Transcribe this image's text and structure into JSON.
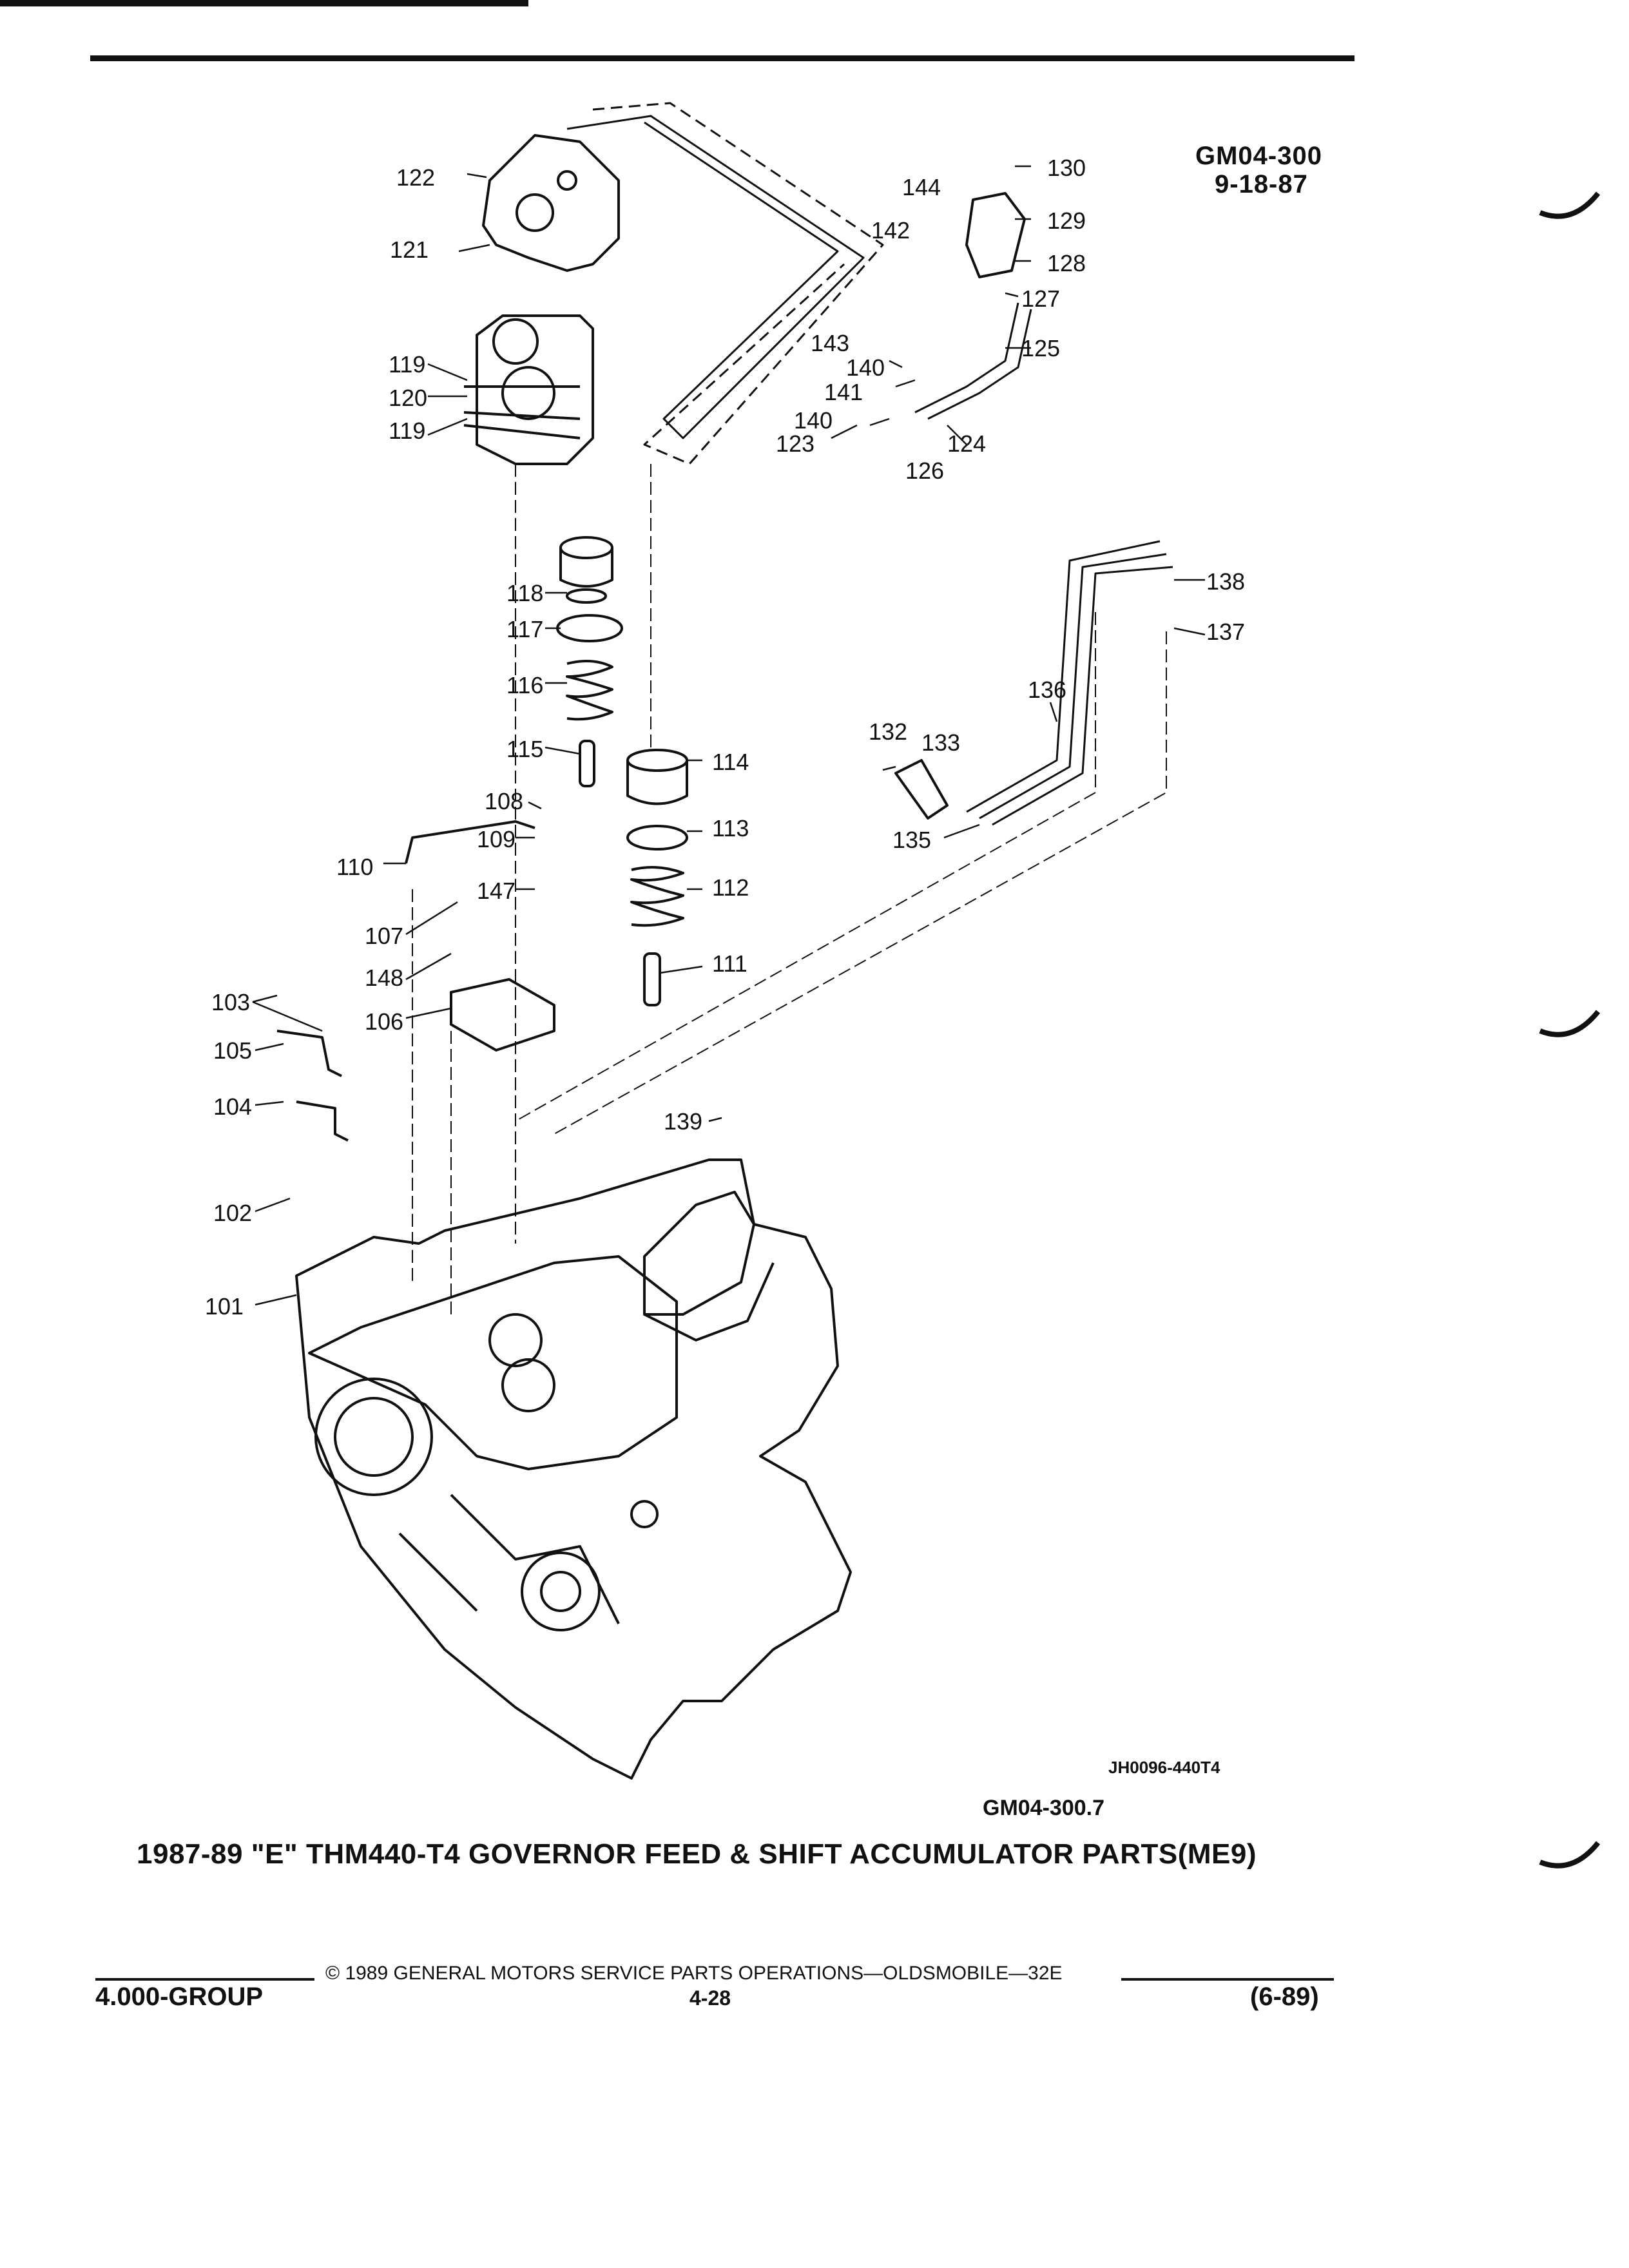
{
  "header": {
    "ref_code": "GM04-300",
    "ref_date": "9-18-87"
  },
  "parts": {
    "p101": "101",
    "p102": "102",
    "p103": "103",
    "p104": "104",
    "p105": "105",
    "p106": "106",
    "p107": "107",
    "p108": "108",
    "p109": "109",
    "p110": "110",
    "p111": "111",
    "p112": "112",
    "p113": "113",
    "p114": "114",
    "p115": "115",
    "p116": "116",
    "p117": "117",
    "p118": "118",
    "p119a": "119",
    "p120": "120",
    "p119b": "119",
    "p121": "121",
    "p122": "122",
    "p123": "123",
    "p124": "124",
    "p125": "125",
    "p126": "126",
    "p127": "127",
    "p128": "128",
    "p129": "129",
    "p130": "130",
    "p132": "132",
    "p133": "133",
    "p135": "135",
    "p136": "136",
    "p137": "137",
    "p138": "138",
    "p139": "139",
    "p140a": "140",
    "p140b": "140",
    "p141": "141",
    "p142": "142",
    "p143": "143",
    "p144": "144",
    "p147": "147",
    "p148": "148"
  },
  "figure_code": "JH0096-440T4",
  "figure_ref": "GM04-300.7",
  "title": "1987-89 \"E\" THM440-T4 GOVERNOR FEED & SHIFT ACCUMULATOR PARTS(ME9)",
  "footer": {
    "copyright": "© 1989 GENERAL MOTORS SERVICE PARTS OPERATIONS—OLDSMOBILE—32E",
    "group": "4.000-GROUP",
    "page": "4-28",
    "revision": "(6-89)"
  }
}
